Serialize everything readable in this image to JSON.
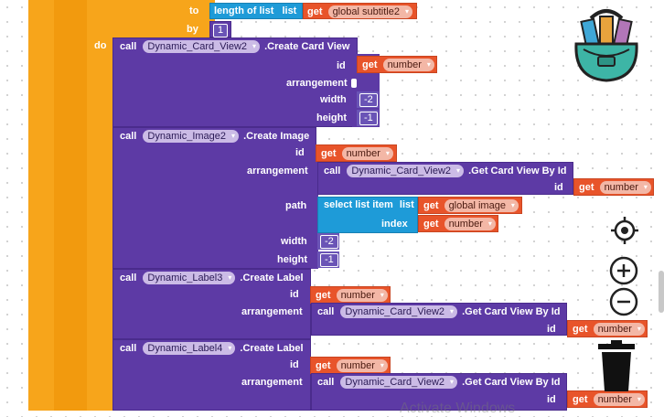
{
  "top": {
    "to_label": "to",
    "length_label": "length of list",
    "list_label": "list",
    "get_label": "get",
    "global_subtitle": "global subtitle2",
    "by_label": "by",
    "by_value": "1",
    "do_label": "do"
  },
  "card_view": {
    "call": "call",
    "component": "Dynamic_Card_View2",
    "method": ".Create Card View",
    "id_label": "id",
    "id_get": "get",
    "id_var": "number",
    "arrangement_label": "arrangement",
    "width_label": "width",
    "width_value": "-2",
    "height_label": "height",
    "height_value": "-1"
  },
  "image": {
    "call": "call",
    "component": "Dynamic_Image2",
    "method": ".Create Image",
    "id_label": "id",
    "id_get": "get",
    "id_var": "number",
    "arrangement_label": "arrangement",
    "arr_call": "call",
    "arr_component": "Dynamic_Card_View2",
    "arr_method": ".Get Card View By Id",
    "arr_id_label": "id",
    "arr_get": "get",
    "arr_var": "number",
    "path_label": "path",
    "select_label": "select list item",
    "select_list_label": "list",
    "select_get": "get",
    "select_var": "global image",
    "index_label": "index",
    "index_get": "get",
    "index_var": "number",
    "width_label": "width",
    "width_value": "-2",
    "height_label": "height",
    "height_value": "-1"
  },
  "label3": {
    "call": "call",
    "component": "Dynamic_Label3",
    "method": ".Create Label",
    "id_label": "id",
    "id_get": "get",
    "id_var": "number",
    "arrangement_label": "arrangement",
    "arr_call": "call",
    "arr_component": "Dynamic_Card_View2",
    "arr_method": ".Get Card View By Id",
    "arr_id_label": "id",
    "arr_get": "get",
    "arr_var": "number"
  },
  "label4": {
    "call": "call",
    "component": "Dynamic_Label4",
    "method": ".Create Label",
    "id_label": "id",
    "id_get": "get",
    "id_var": "number",
    "arrangement_label": "arrangement",
    "arr_call": "call",
    "arr_component": "Dynamic_Card_View2",
    "arr_method": ".Get Card View By Id",
    "arr_id_label": "id",
    "arr_get": "get",
    "arr_var": "number"
  },
  "watermark": "Activate Windows",
  "icons": {
    "backpack": "backpack-icon",
    "target": "target-icon",
    "zoom_in": "zoom-in-icon",
    "zoom_out": "zoom-out-icon",
    "trash": "trash-icon"
  },
  "colors": {
    "control_purple": "#5d3aa5",
    "list_teal": "#1e9bd8",
    "variable_red": "#e8542a",
    "loop_orange": "#f7a51b"
  }
}
